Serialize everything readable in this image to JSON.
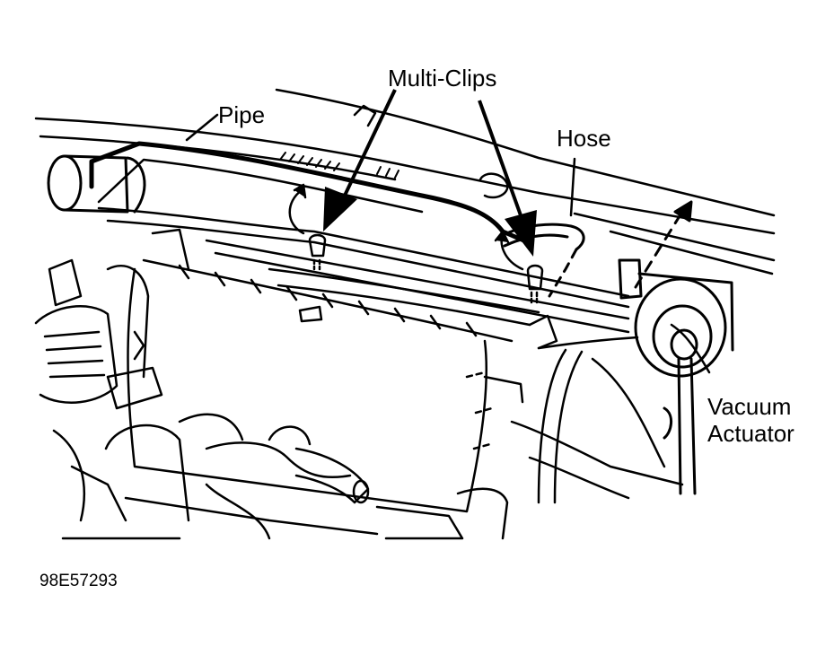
{
  "labels": {
    "pipe": "Pipe",
    "multi_clips": "Multi-Clips",
    "hose": "Hose",
    "vacuum_actuator_line1": "Vacuum",
    "vacuum_actuator_line2": "Actuator"
  },
  "figure_code": "98E57293",
  "colors": {
    "ink": "#000000",
    "background": "#ffffff"
  }
}
